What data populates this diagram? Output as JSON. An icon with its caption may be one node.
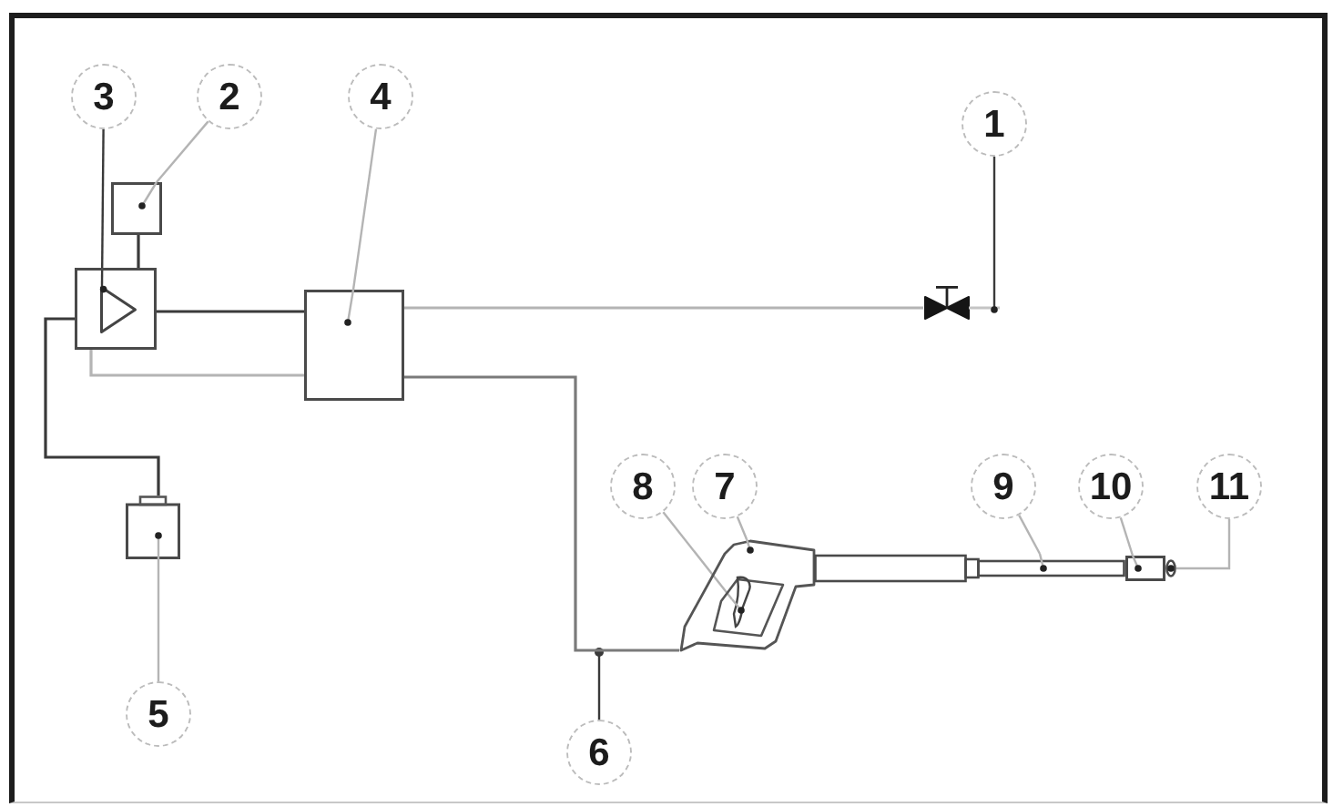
{
  "diagram": {
    "nodes": [
      {
        "text": [
          "3"
        ]
      },
      {
        "text": [
          "2"
        ]
      },
      {
        "text": [
          "4"
        ]
      },
      {
        "text": [
          "1"
        ]
      },
      {
        "text": [],
        "shape": "box"
      },
      {
        "text": [],
        "shape": "box"
      },
      {
        "text": [],
        "shape": "triangle",
        "in": 5
      },
      {
        "text": [],
        "shape": "box"
      },
      {
        "text": [],
        "shape": "picture"
      },
      {
        "text": [
          "8"
        ]
      },
      {
        "text": [
          "7"
        ]
      },
      {
        "text": [
          "9"
        ]
      },
      {
        "text": [
          "10"
        ]
      },
      {
        "text": [
          "11"
        ]
      },
      {
        "text": [],
        "shape": "box"
      },
      {
        "text": [],
        "shape": "picture"
      },
      {
        "text": [],
        "shape": "picture",
        "in": 15
      },
      {
        "text": [],
        "shape": "picture"
      },
      {
        "text": [],
        "shape": "box"
      },
      {
        "text": [],
        "shape": "circle"
      },
      {
        "text": [
          "5"
        ]
      },
      {
        "text": [
          "6"
        ]
      }
    ],
    "edges": [
      {
        "from": 0,
        "to": 6,
        "arrow": "none",
        "color": "#3a3a3a"
      },
      {
        "from": 1,
        "to": 4,
        "arrow": "none"
      },
      {
        "from": 2,
        "to": 7,
        "arrow": "none"
      },
      {
        "from": 3,
        "to": 8,
        "arrow": "none",
        "color": "#3a3a3a"
      },
      {
        "from": 9,
        "to": 16,
        "arrow": "none"
      },
      {
        "from": 10,
        "to": 15,
        "arrow": "none"
      },
      {
        "from": 11,
        "to": 17,
        "arrow": "none"
      },
      {
        "from": 12,
        "to": 18,
        "arrow": "none"
      },
      {
        "from": 13,
        "to": 19,
        "arrow": "none"
      },
      {
        "from": 20,
        "to": 14,
        "arrow": "none"
      },
      {
        "from": 21,
        "to": null,
        "arrow": "other",
        "color": "#3a3a3a"
      },
      {
        "from": 4,
        "to": 5,
        "arrow": "none",
        "color": "#3a3a3a"
      },
      {
        "from": 5,
        "to": 7,
        "arrow": "none",
        "color": "#3a3a3a"
      },
      {
        "from": 5,
        "to": 7,
        "arrow": "none"
      },
      {
        "from": 7,
        "to": 8,
        "arrow": "none"
      },
      {
        "from": 7,
        "to": 15,
        "arrow": "none",
        "color": "#7a7a7a"
      },
      {
        "from": 5,
        "to": 14,
        "arrow": "none",
        "color": "#3a3a3a"
      }
    ]
  }
}
